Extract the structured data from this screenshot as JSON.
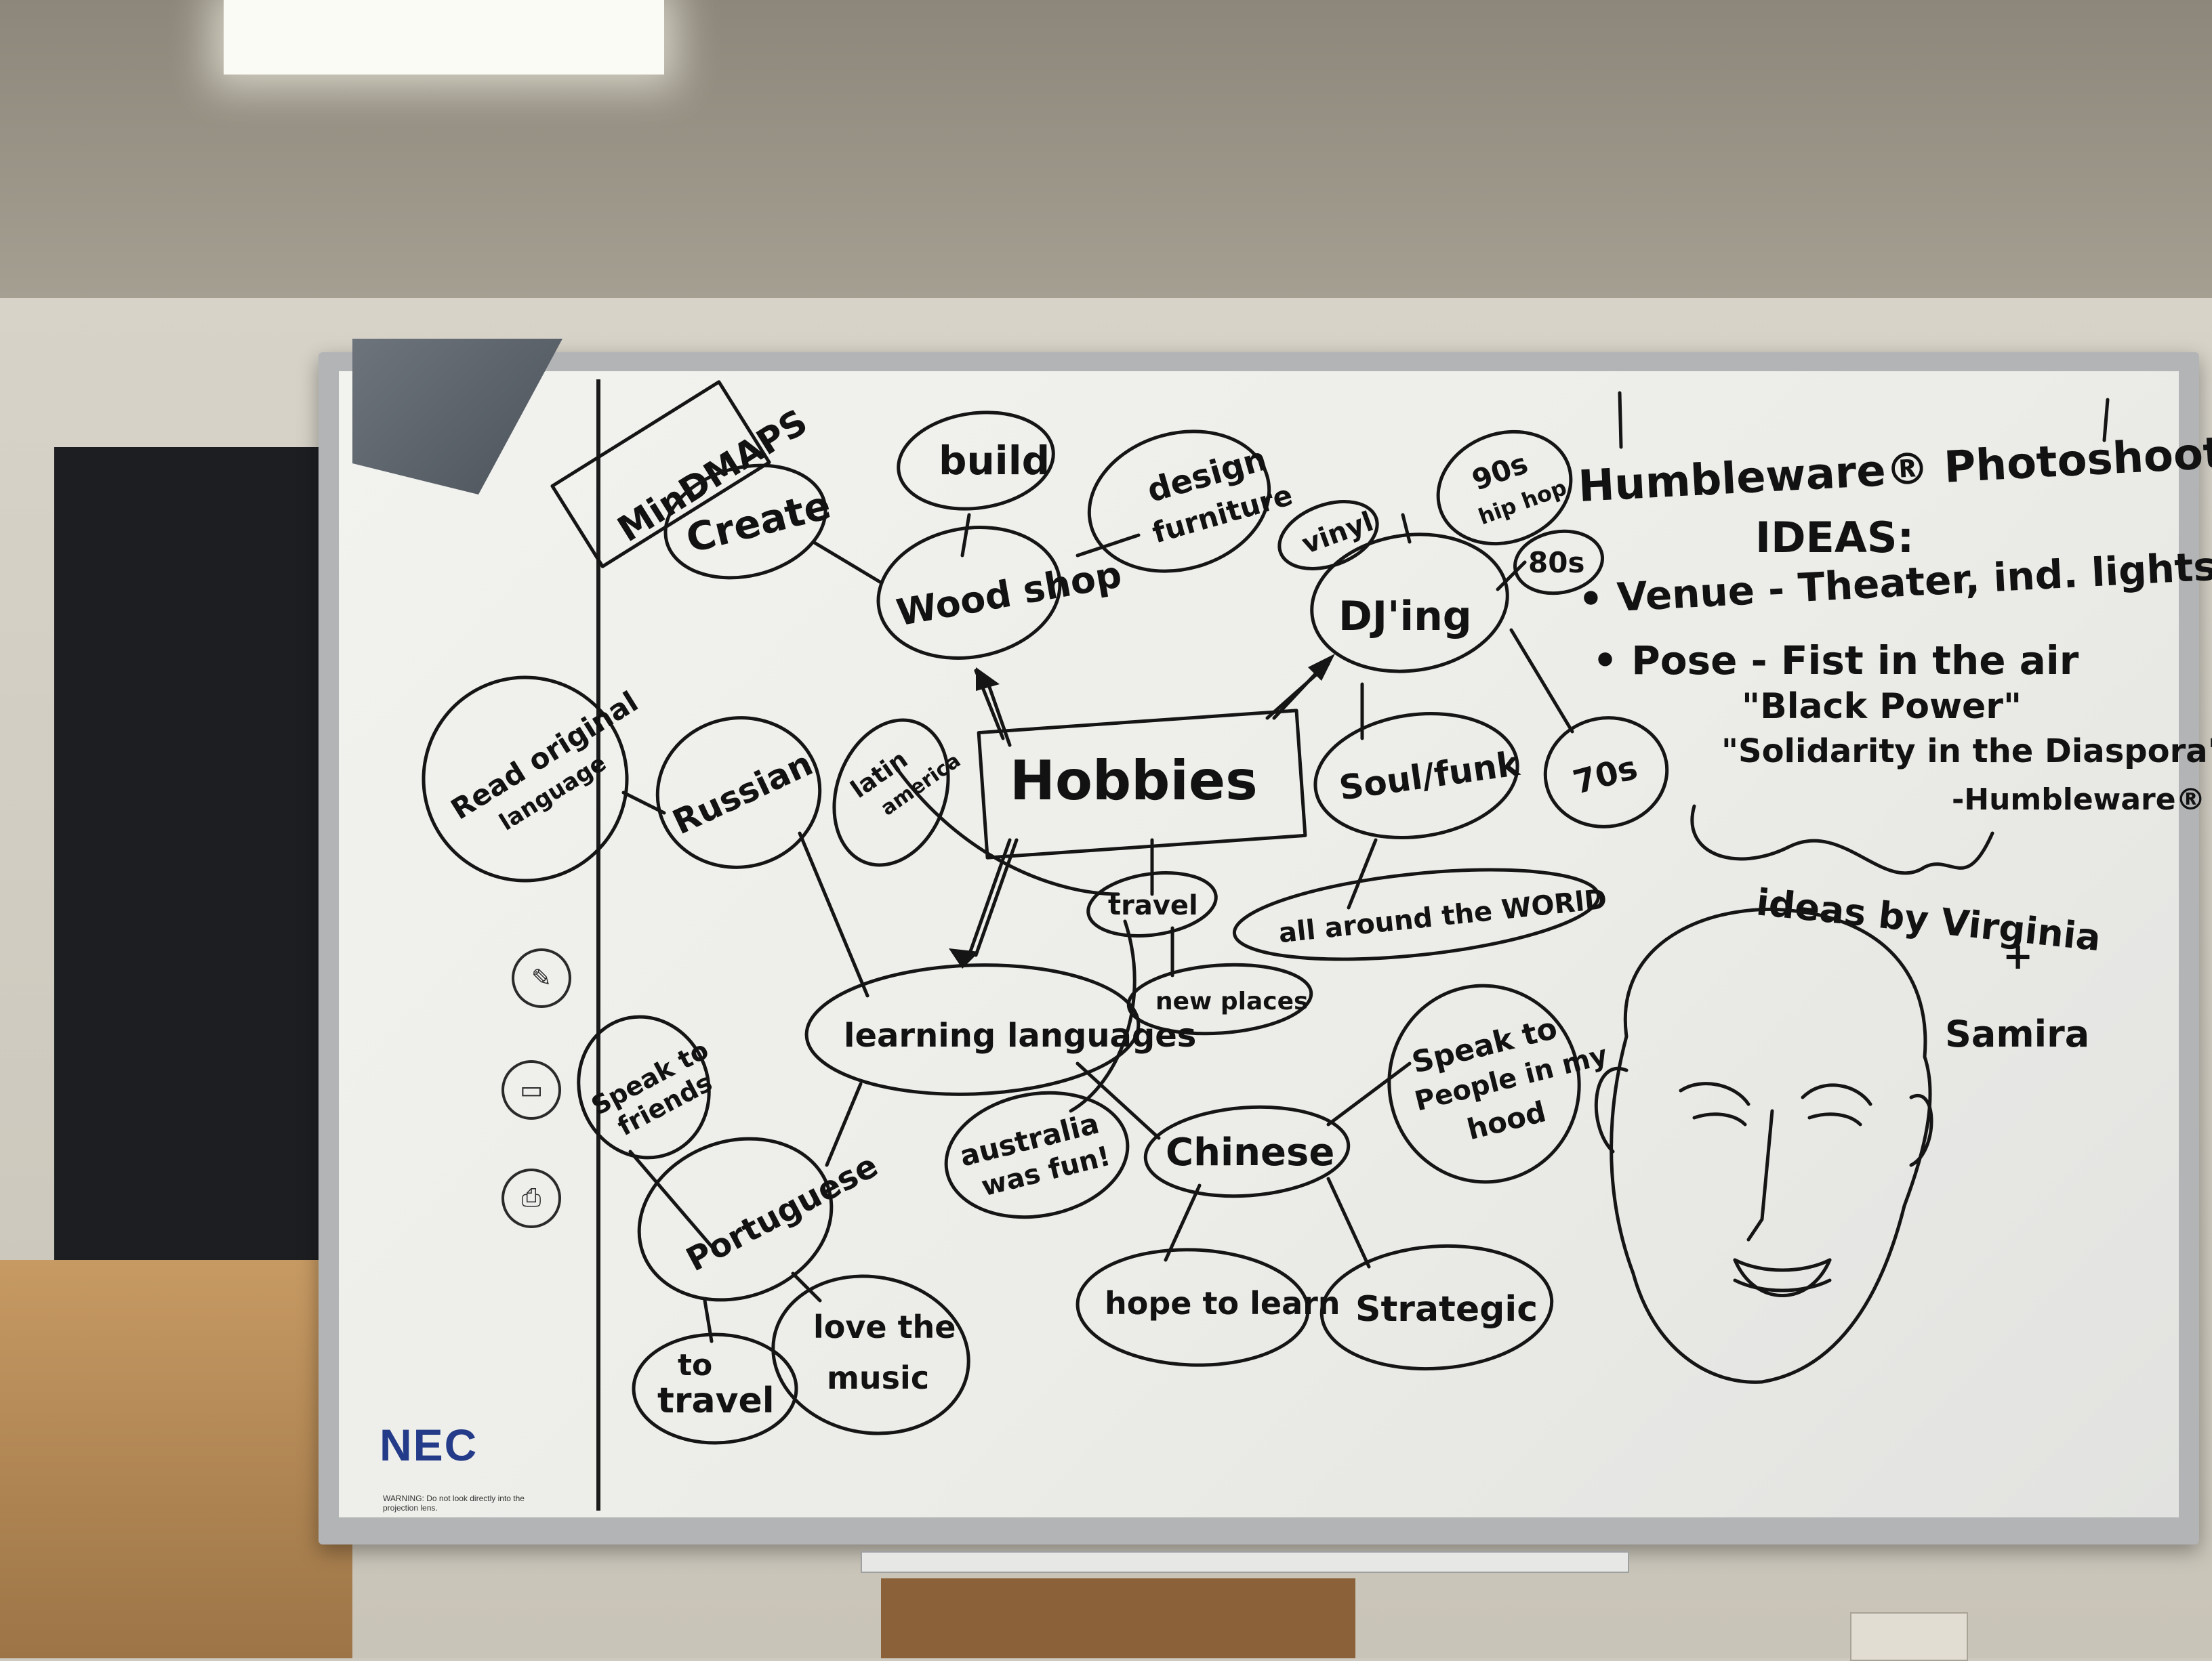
{
  "scene": {
    "brand": "NEC",
    "warning": "WARNING: Do not look directly into the projection lens."
  },
  "mindmap": {
    "label": "MinDMAPS",
    "center": "Hobbies",
    "nodes": {
      "woodshop": "Wood shop",
      "create": "Create",
      "build": "build",
      "design_1": "design",
      "design_2": "furniture",
      "djing": "DJ'ing",
      "vinyl": "vinyl",
      "nineties_1": "90s",
      "nineties_2": "hip hop",
      "eighties": "80s",
      "seventies": "70s",
      "soul_funk": "Soul/funk",
      "around_world": "all around the WORlD",
      "travel": "travel",
      "new_places": "new places",
      "latin_america_1": "latin",
      "latin_america_2": "america",
      "russian": "Russian",
      "read_original_1": "Read original",
      "read_original_2": "language",
      "learning_languages": "learning languages",
      "australia_1": "australia",
      "australia_2": "was fun!",
      "chinese": "Chinese",
      "speak_people_1": "Speak to",
      "speak_people_2": "People in my",
      "speak_people_3": "hood",
      "hope_to_learn": "hope to learn",
      "strategic": "Strategic",
      "portuguese": "Portuguese",
      "speak_friends_1": "Speak to",
      "speak_friends_2": "friends",
      "to_travel_1": "to",
      "to_travel_2": "travel",
      "love_music_1": "love the",
      "love_music_2": "music"
    }
  },
  "notes": {
    "title": "Humbleware® Photoshoot",
    "subtitle": "IDEAS:",
    "venue": "• Venue - Theater, ind. lights",
    "pose": "• Pose - Fist in the air",
    "quote1": "\"Black Power\"",
    "quote2": "\"Solidarity in the Diaspora\"",
    "attribution": "-Humbleware®",
    "credit1": "ideas by Virginia",
    "credit2": "+",
    "credit3": "Samira"
  }
}
